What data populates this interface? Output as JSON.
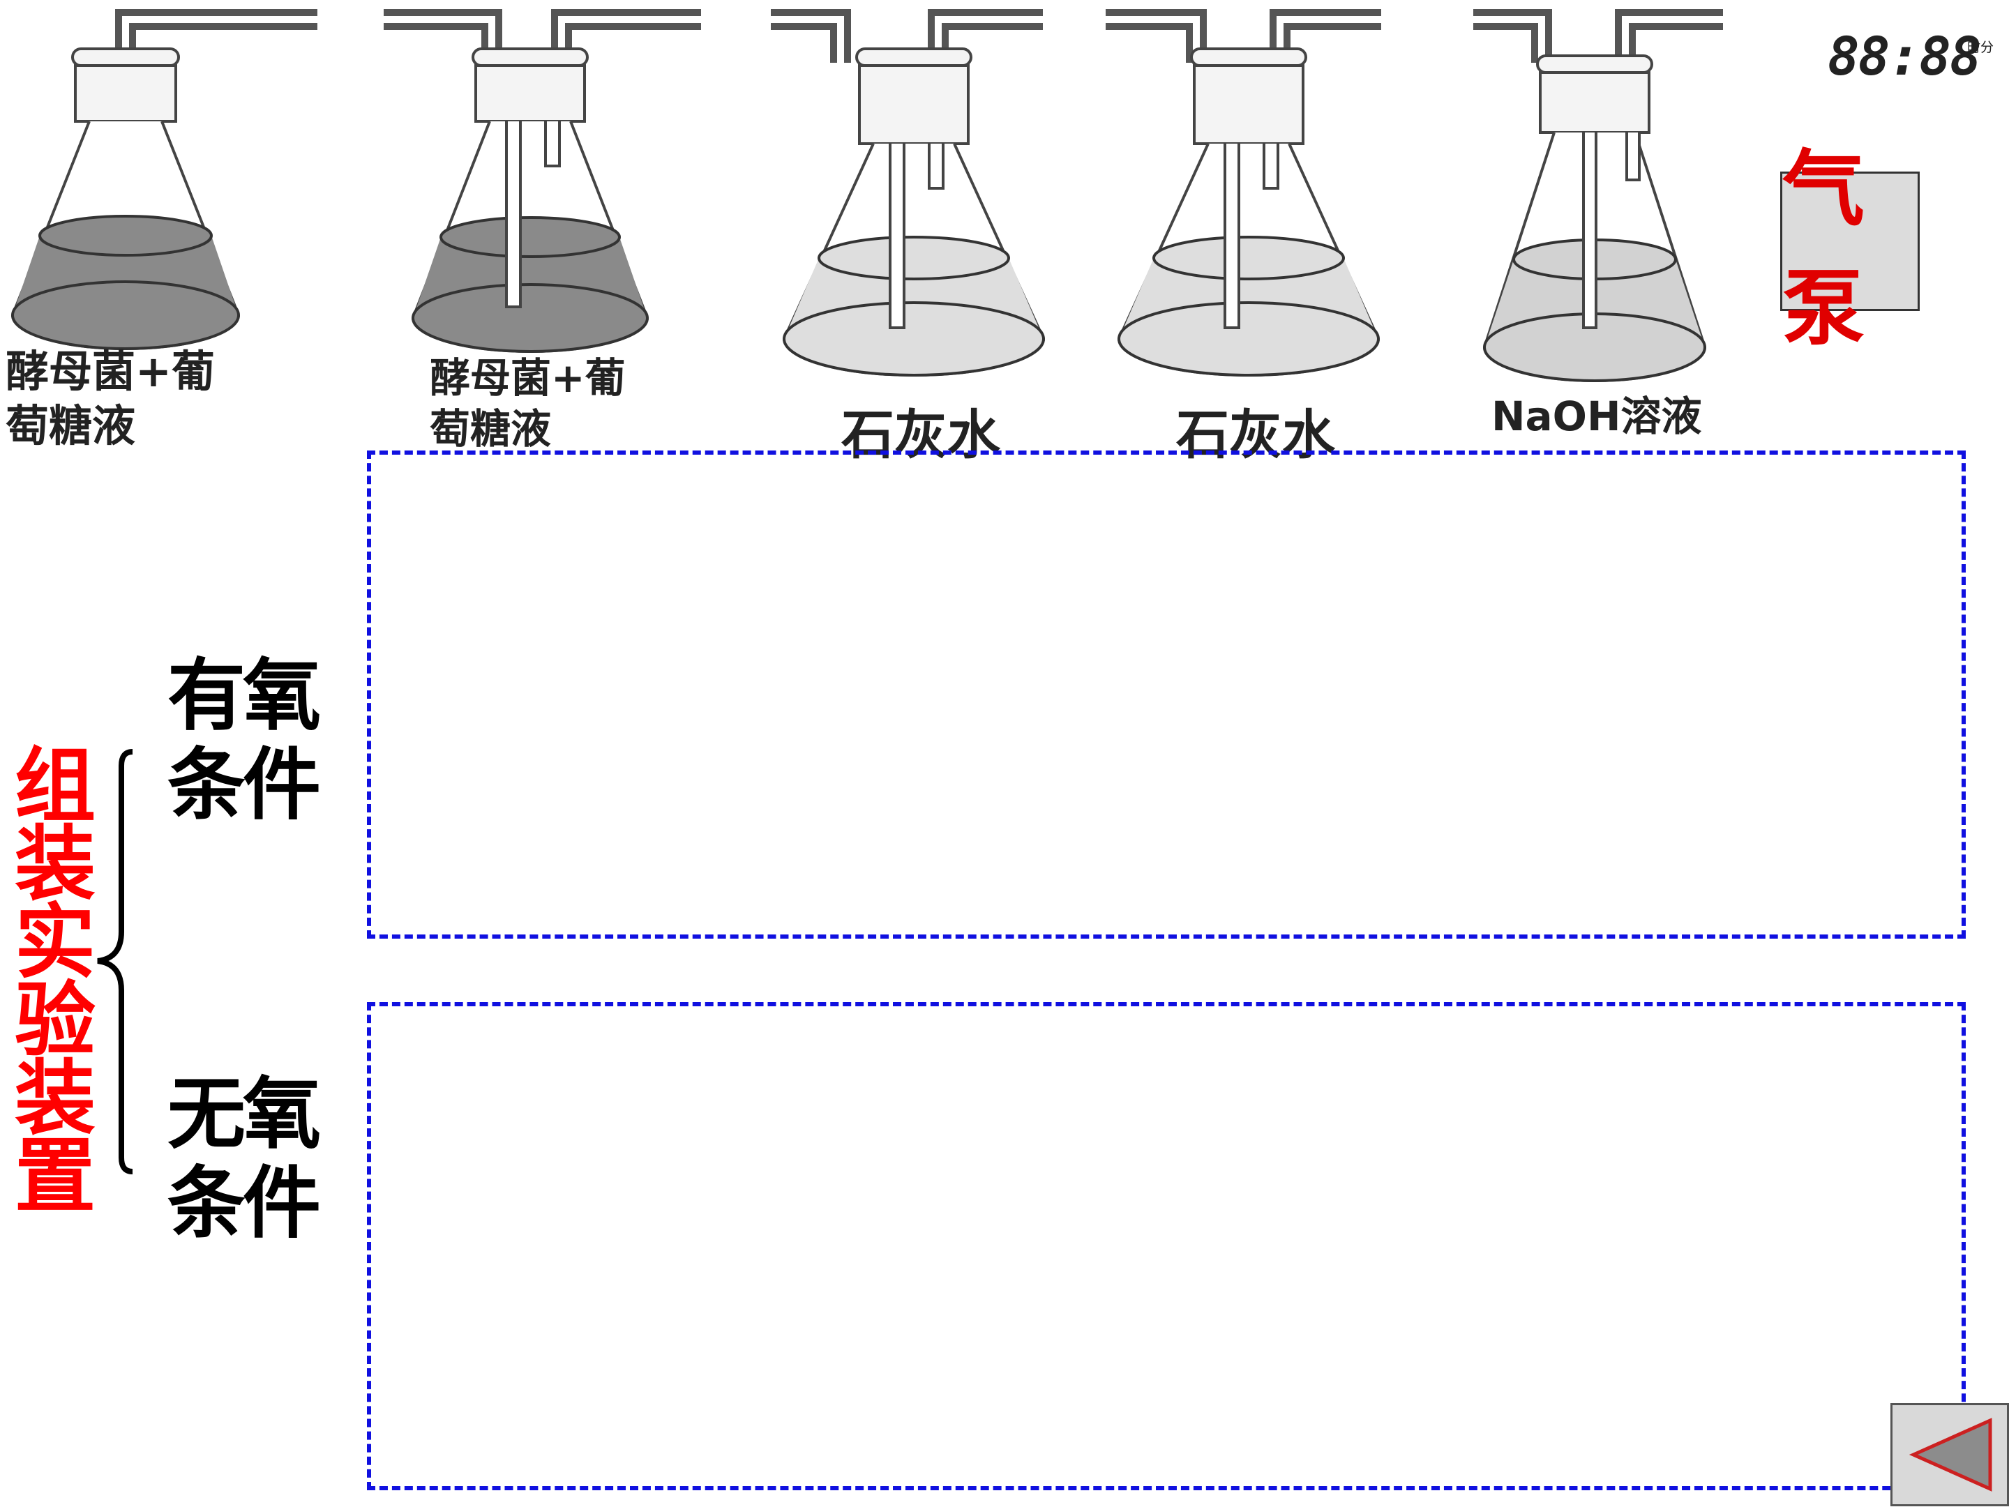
{
  "flasks": [
    {
      "label": "酵母菌+葡\n萄糖液"
    },
    {
      "label": "酵母菌+葡\n萄糖液"
    },
    {
      "label": "石灰水"
    },
    {
      "label": "石灰水"
    },
    {
      "label": "NaOH溶液"
    }
  ],
  "clock": {
    "digits": "88:88",
    "unit": "时分"
  },
  "pump_button": {
    "label": "气泵"
  },
  "title": {
    "text": "组\n装\n实\n验\n装\n置"
  },
  "conditions": {
    "aerobic": "有氧\n条件",
    "anaerobic": "无氧\n条件"
  },
  "colors": {
    "title": "#ff0000",
    "dashed_border": "#1010e0",
    "pump_text": "#e00000",
    "dark_liquid": "#8a8a8a",
    "light_liquid": "#dedede"
  },
  "icons": {
    "back": "left-triangle-icon"
  }
}
